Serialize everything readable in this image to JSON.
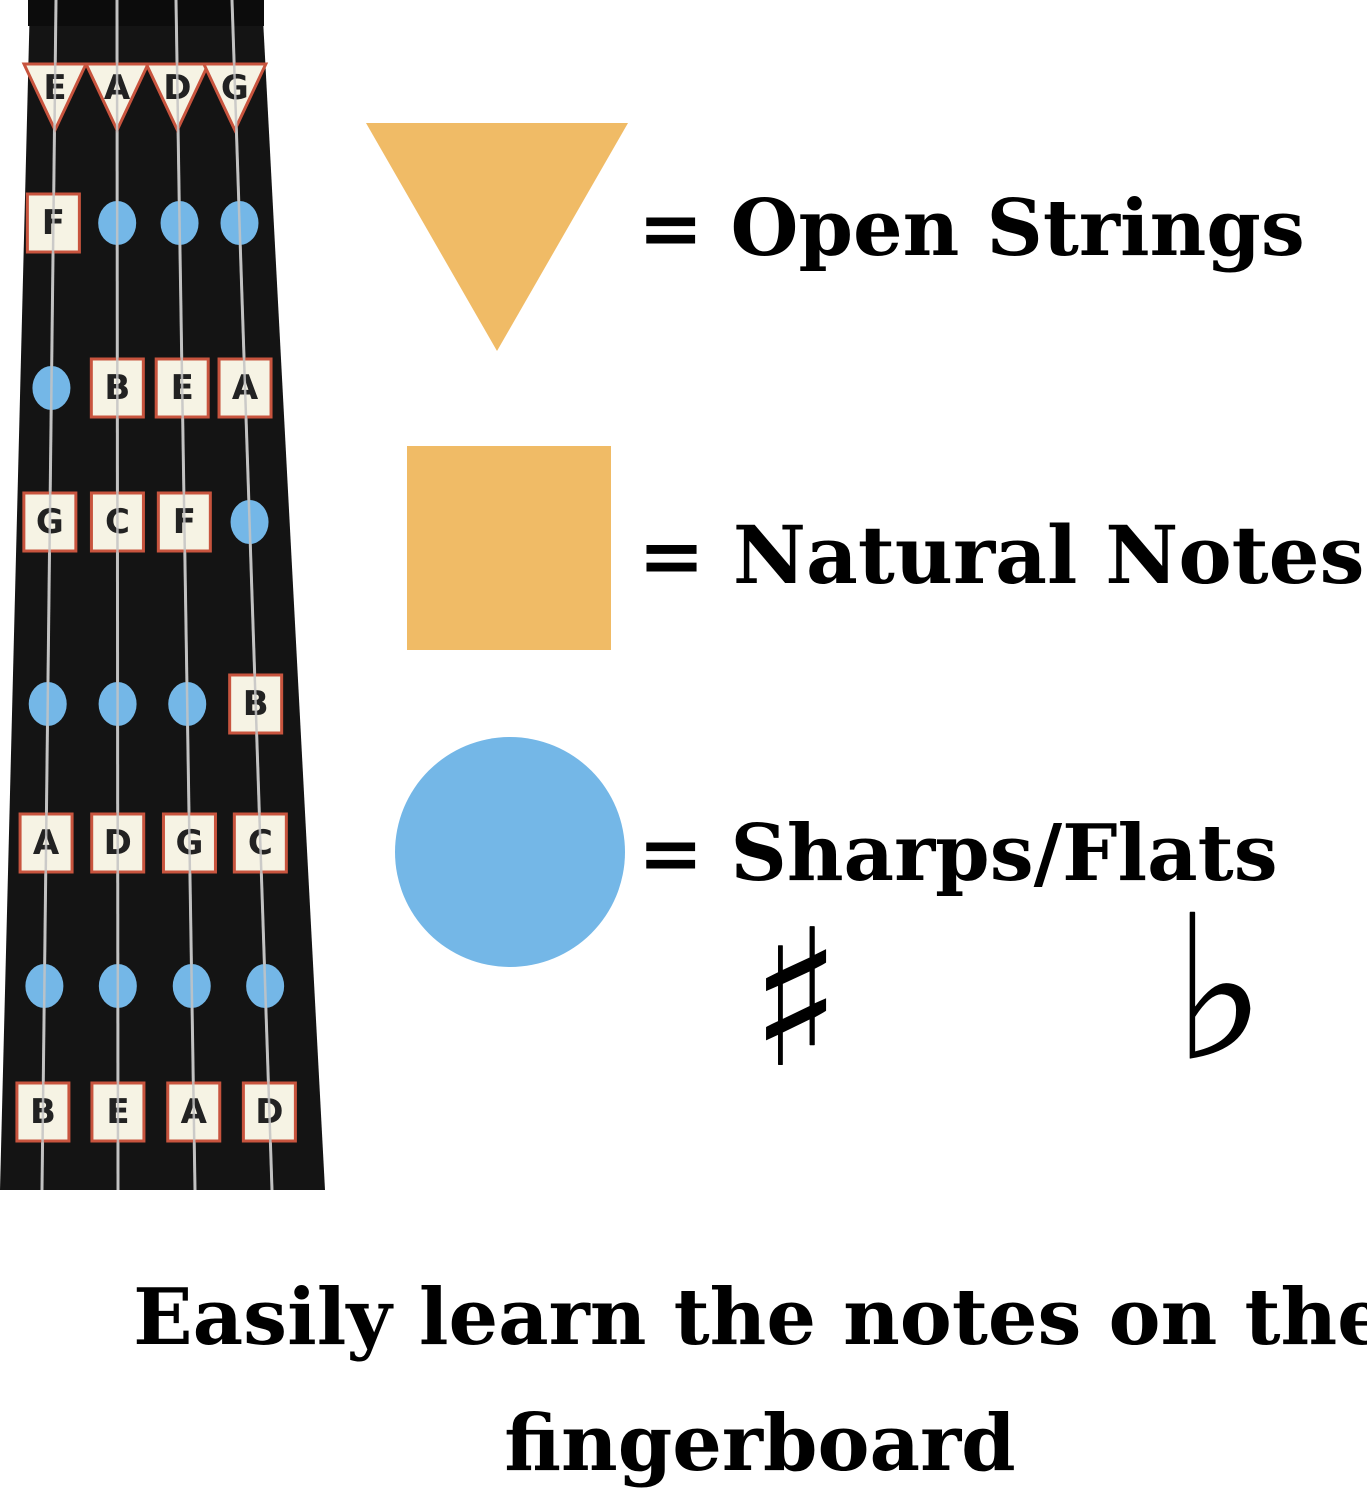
{
  "colors": {
    "open_string": "#f0bb66",
    "natural_note": "#f0bb66",
    "sharp_flat": "#74b7e7",
    "fingerboard": "#141414",
    "label_bg": "#f6f3e4",
    "label_border": "#c8543e"
  },
  "fingerboard": {
    "open_strings": [
      "E",
      "A",
      "D",
      "G"
    ],
    "rows": [
      [
        "F",
        "sharp",
        "sharp",
        "sharp"
      ],
      [
        "sharp",
        "B",
        "E",
        "A"
      ],
      [
        "G",
        "C",
        "F",
        "sharp"
      ],
      [
        "sharp",
        "sharp",
        "sharp",
        "B"
      ],
      [
        "A",
        "D",
        "G",
        "C"
      ],
      [
        "sharp",
        "sharp",
        "sharp",
        "sharp"
      ],
      [
        "B",
        "E",
        "A",
        "D"
      ]
    ]
  },
  "legend": {
    "open_strings": {
      "shape": "triangle",
      "label": "= Open Strings"
    },
    "natural_notes": {
      "shape": "square",
      "label": "= Natural Notes"
    },
    "sharps_flats": {
      "shape": "circle",
      "label": "= Sharps/Flats"
    }
  },
  "symbols": {
    "sharp": "♯",
    "flat": "♭"
  },
  "caption": "Easily learn the notes on the fingerboard"
}
